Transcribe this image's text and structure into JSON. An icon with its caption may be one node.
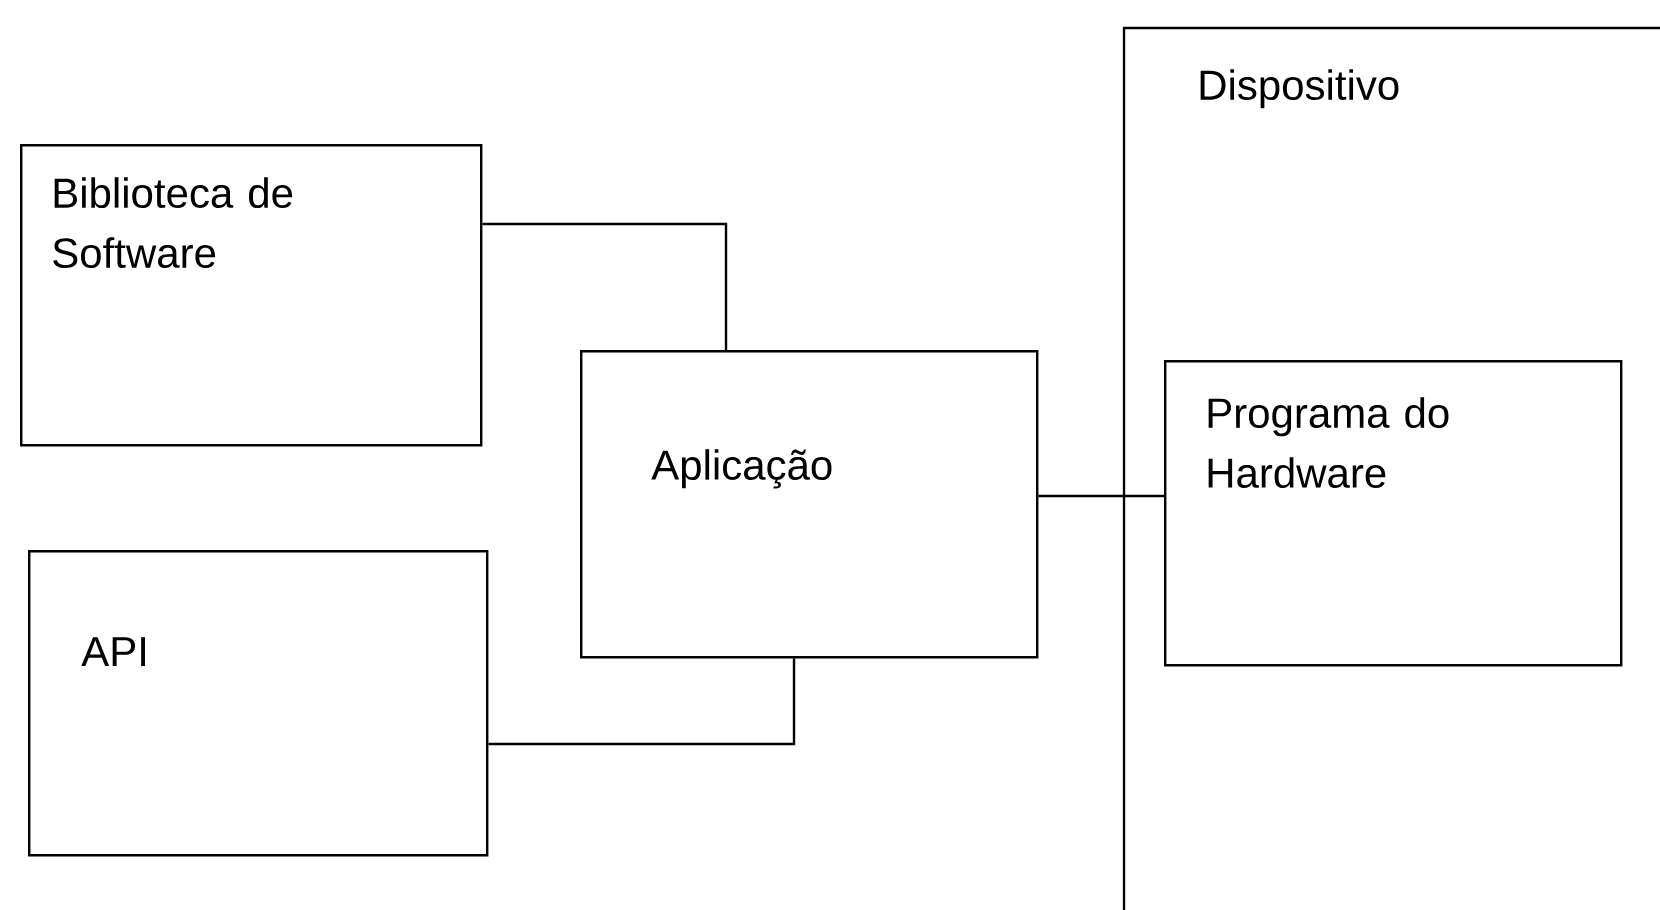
{
  "diagram": {
    "nodes": [
      {
        "text": [
          "Biblioteca de Software"
        ]
      },
      {
        "text": [
          "API"
        ]
      },
      {
        "text": [
          "Aplicação"
        ]
      },
      {
        "text": [
          "Dispositivo"
        ]
      },
      {
        "text": [
          "Programa do Hardware"
        ],
        "in": 3
      }
    ],
    "edges": [
      {
        "from": 0,
        "to": 2,
        "arrow": "none"
      },
      {
        "from": 1,
        "to": 2,
        "arrow": "none"
      },
      {
        "from": 2,
        "to": 4,
        "arrow": "none"
      }
    ]
  }
}
